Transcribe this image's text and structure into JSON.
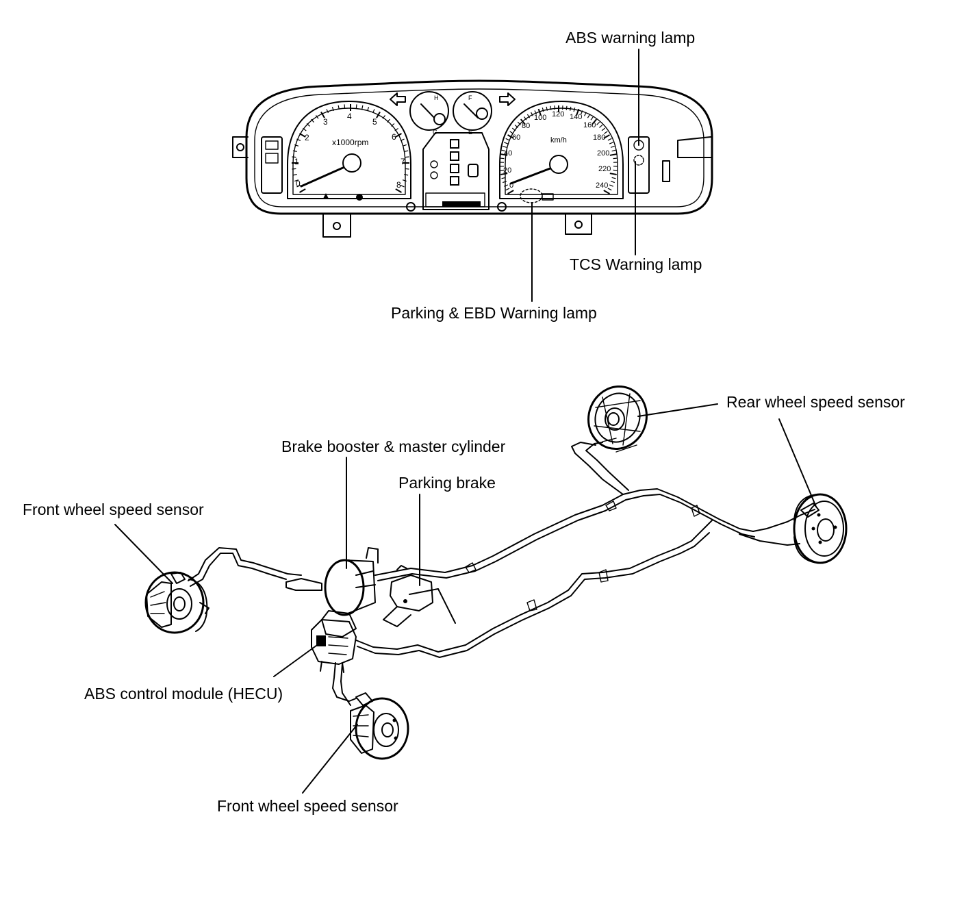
{
  "cluster": {
    "tach_label": "x1000rpm",
    "tach_numbers": [
      "0",
      "1",
      "2",
      "3",
      "4",
      "5",
      "6",
      "7",
      "8"
    ],
    "speed_unit": "km/h",
    "speed_numbers": [
      "0",
      "20",
      "40",
      "60",
      "80",
      "100",
      "120",
      "140",
      "160",
      "180",
      "200",
      "220",
      "240"
    ],
    "temp_marks": [
      "H",
      "C"
    ],
    "fuel_marks": [
      "F",
      "E"
    ]
  },
  "labels": {
    "abs_warning_lamp": "ABS warning lamp",
    "tcs_warning_lamp": "TCS Warning lamp",
    "parking_ebd_warning_lamp": "Parking & EBD Warning lamp",
    "rear_wheel_speed_sensor": "Rear wheel speed sensor",
    "brake_booster_master_cylinder": "Brake booster & master cylinder",
    "parking_brake": "Parking brake",
    "front_wheel_speed_sensor_left": "Front wheel speed sensor",
    "abs_control_module": "ABS control module (HECU)",
    "front_wheel_speed_sensor_bottom": "Front wheel speed sensor"
  },
  "colors": {
    "ink": "#000000",
    "paper": "#ffffff"
  }
}
